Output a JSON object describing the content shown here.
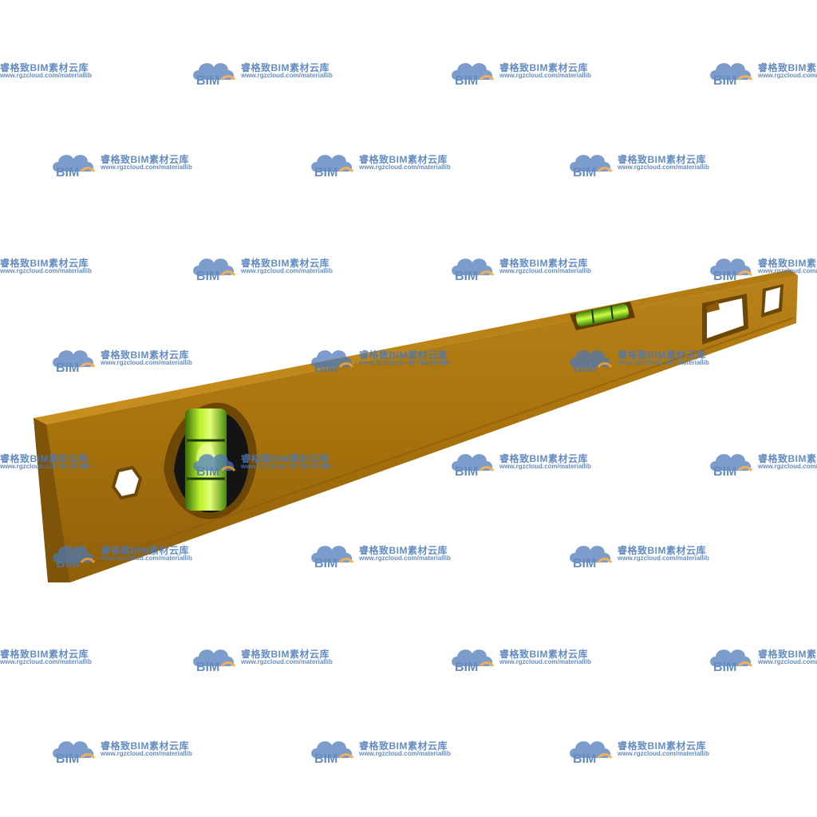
{
  "subject": {
    "object": "spirit-level",
    "colors": {
      "body_front": "#b07a0e",
      "body_top": "#c48c1c",
      "body_dark": "#6d4706",
      "vial": "#9ee81a",
      "hole": "#141414",
      "background": "#ffffff"
    }
  },
  "watermark": {
    "logo_text": "BIM",
    "name": "睿格致BIM素材云库",
    "url": "www.rgzcloud.com/materiallib",
    "colors": {
      "blue": "#4a78b8",
      "orange": "#f2a23a"
    }
  }
}
